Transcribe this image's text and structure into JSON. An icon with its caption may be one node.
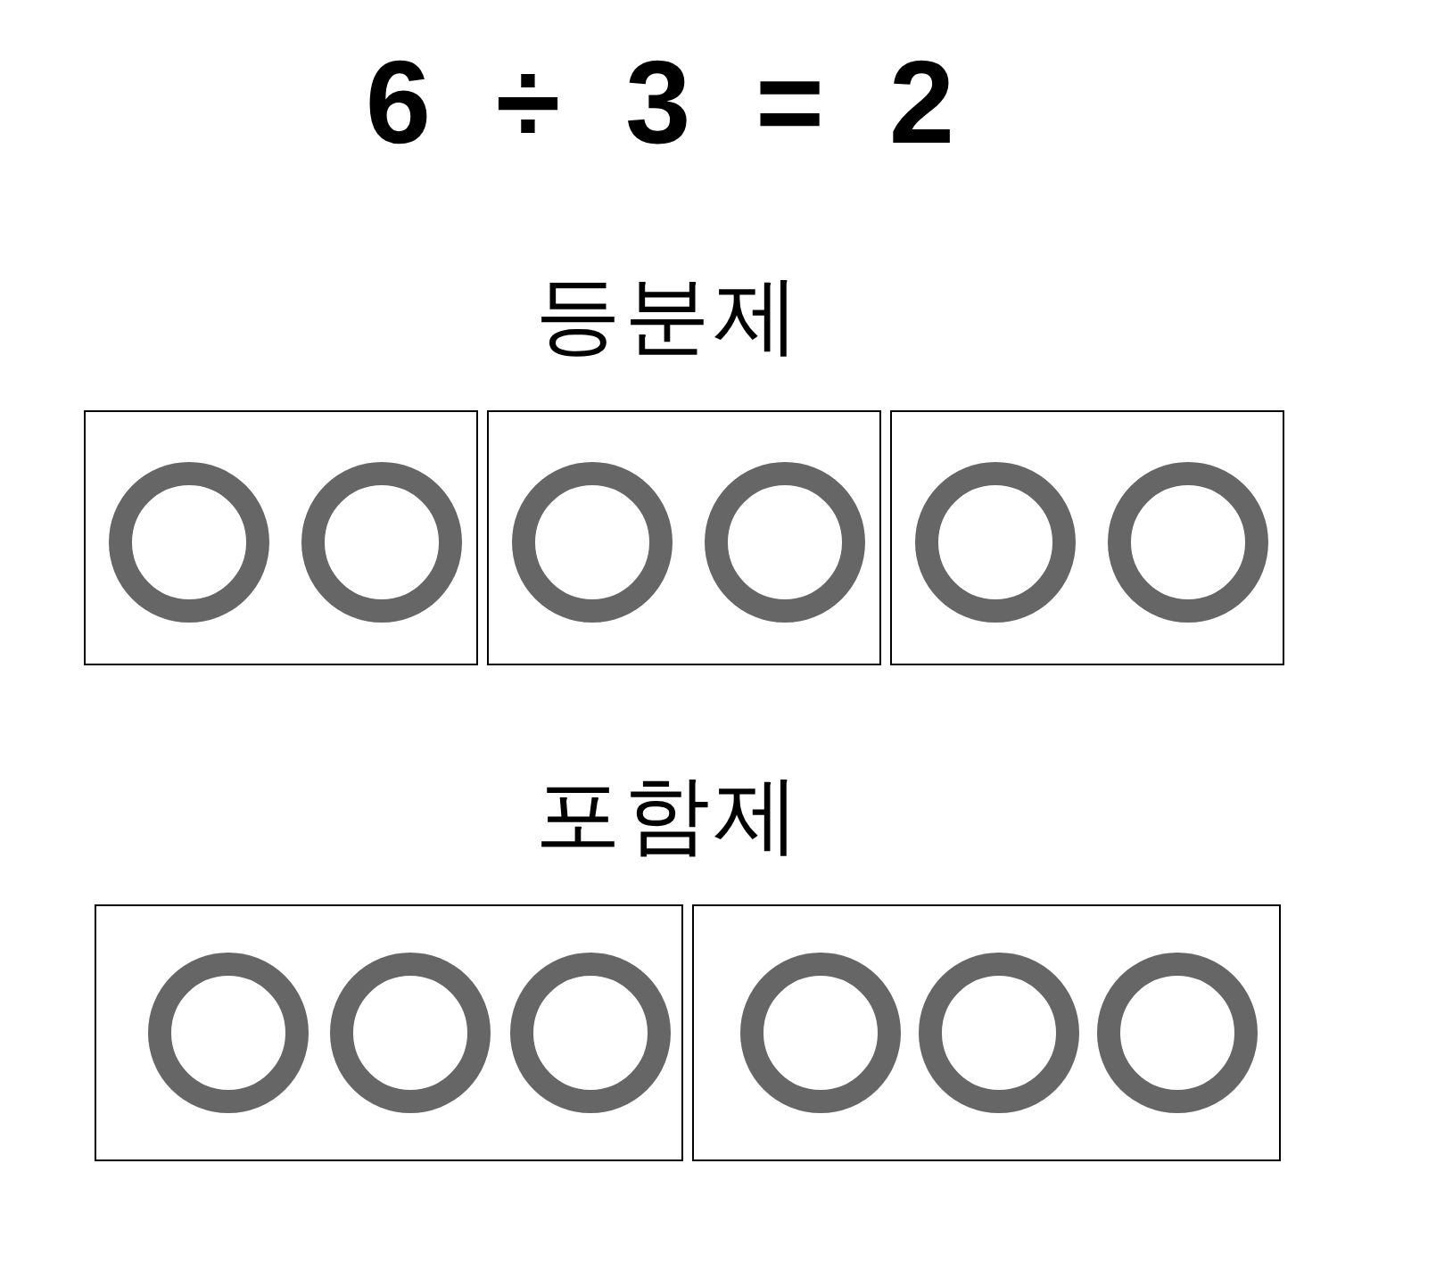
{
  "diagram": {
    "title": "6 ÷ 3 = 2",
    "nodes": [
      {
        "text": [],
        "shape": "box"
      },
      {
        "text": [],
        "shape": "circle",
        "in": 0
      },
      {
        "text": [],
        "shape": "circle",
        "in": 0
      },
      {
        "text": [],
        "shape": "box"
      },
      {
        "text": [],
        "shape": "circle",
        "in": 3
      },
      {
        "text": [],
        "shape": "circle",
        "in": 3
      },
      {
        "text": [],
        "shape": "box"
      },
      {
        "text": [],
        "shape": "circle",
        "in": 6
      },
      {
        "text": [],
        "shape": "circle",
        "in": 6
      },
      {
        "text": [],
        "shape": "box"
      },
      {
        "text": [],
        "shape": "circle",
        "in": 9
      },
      {
        "text": [],
        "shape": "circle",
        "in": 9
      },
      {
        "text": [],
        "shape": "circle",
        "in": 9
      },
      {
        "text": [],
        "shape": "box"
      },
      {
        "text": [],
        "shape": "circle",
        "in": 13
      },
      {
        "text": [],
        "shape": "circle",
        "in": 13
      },
      {
        "text": [],
        "shape": "circle",
        "in": 13
      }
    ],
    "labels": [
      "등분제",
      "포함제"
    ]
  }
}
